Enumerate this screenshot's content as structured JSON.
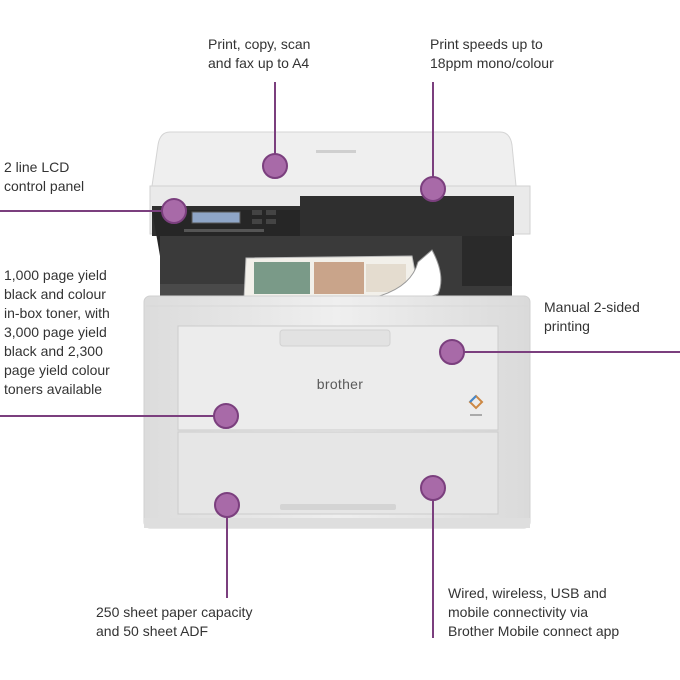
{
  "brand": {
    "logo_text": "brother"
  },
  "callouts": {
    "print_copy": "Print, copy, scan\nand fax up to A4",
    "print_speed": "Print speeds up to\n18ppm mono/colour",
    "lcd": "2 line LCD\ncontrol panel",
    "toner": "1,000 page yield\nblack and colour\nin-box toner, with\n3,000 page yield\nblack and 2,300\npage yield colour\ntoners available",
    "duplex": "Manual 2-sided\nprinting",
    "paper": "250 sheet paper capacity\nand 50 sheet ADF",
    "connectivity": "Wired, wireless, USB and\nmobile connectivity via\nBrother Mobile connect app"
  },
  "colors": {
    "accent": "#7b3f7e",
    "marker_fill": "#a86aa8",
    "printer_body": "#e9e9e9",
    "printer_dark": "#2b2b2b",
    "text": "#333333"
  }
}
